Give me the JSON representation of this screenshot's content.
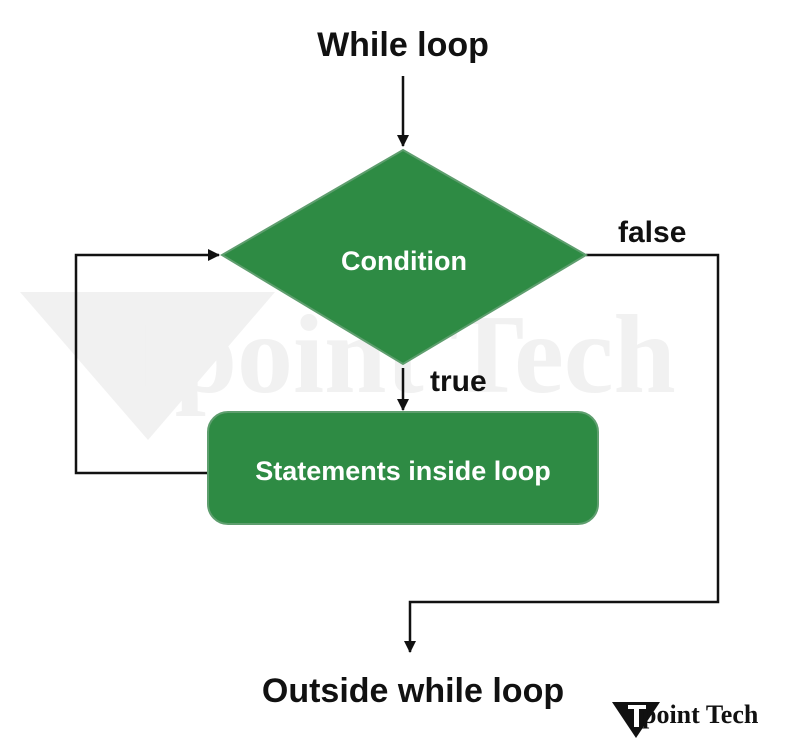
{
  "diagram": {
    "title": "While loop",
    "condition_label": "Condition",
    "body_label": "Statements inside loop",
    "true_label": "true",
    "false_label": "false",
    "exit_label": "Outside while loop"
  },
  "watermark": {
    "text": "Tpoint Tech"
  },
  "logo": {
    "text": "point Tech"
  },
  "colors": {
    "shape_fill": "#2e8b44",
    "shape_border": "#5e9e6e",
    "line": "#111111",
    "label_text": "#ffffff",
    "watermark": "#f1f1f1"
  }
}
